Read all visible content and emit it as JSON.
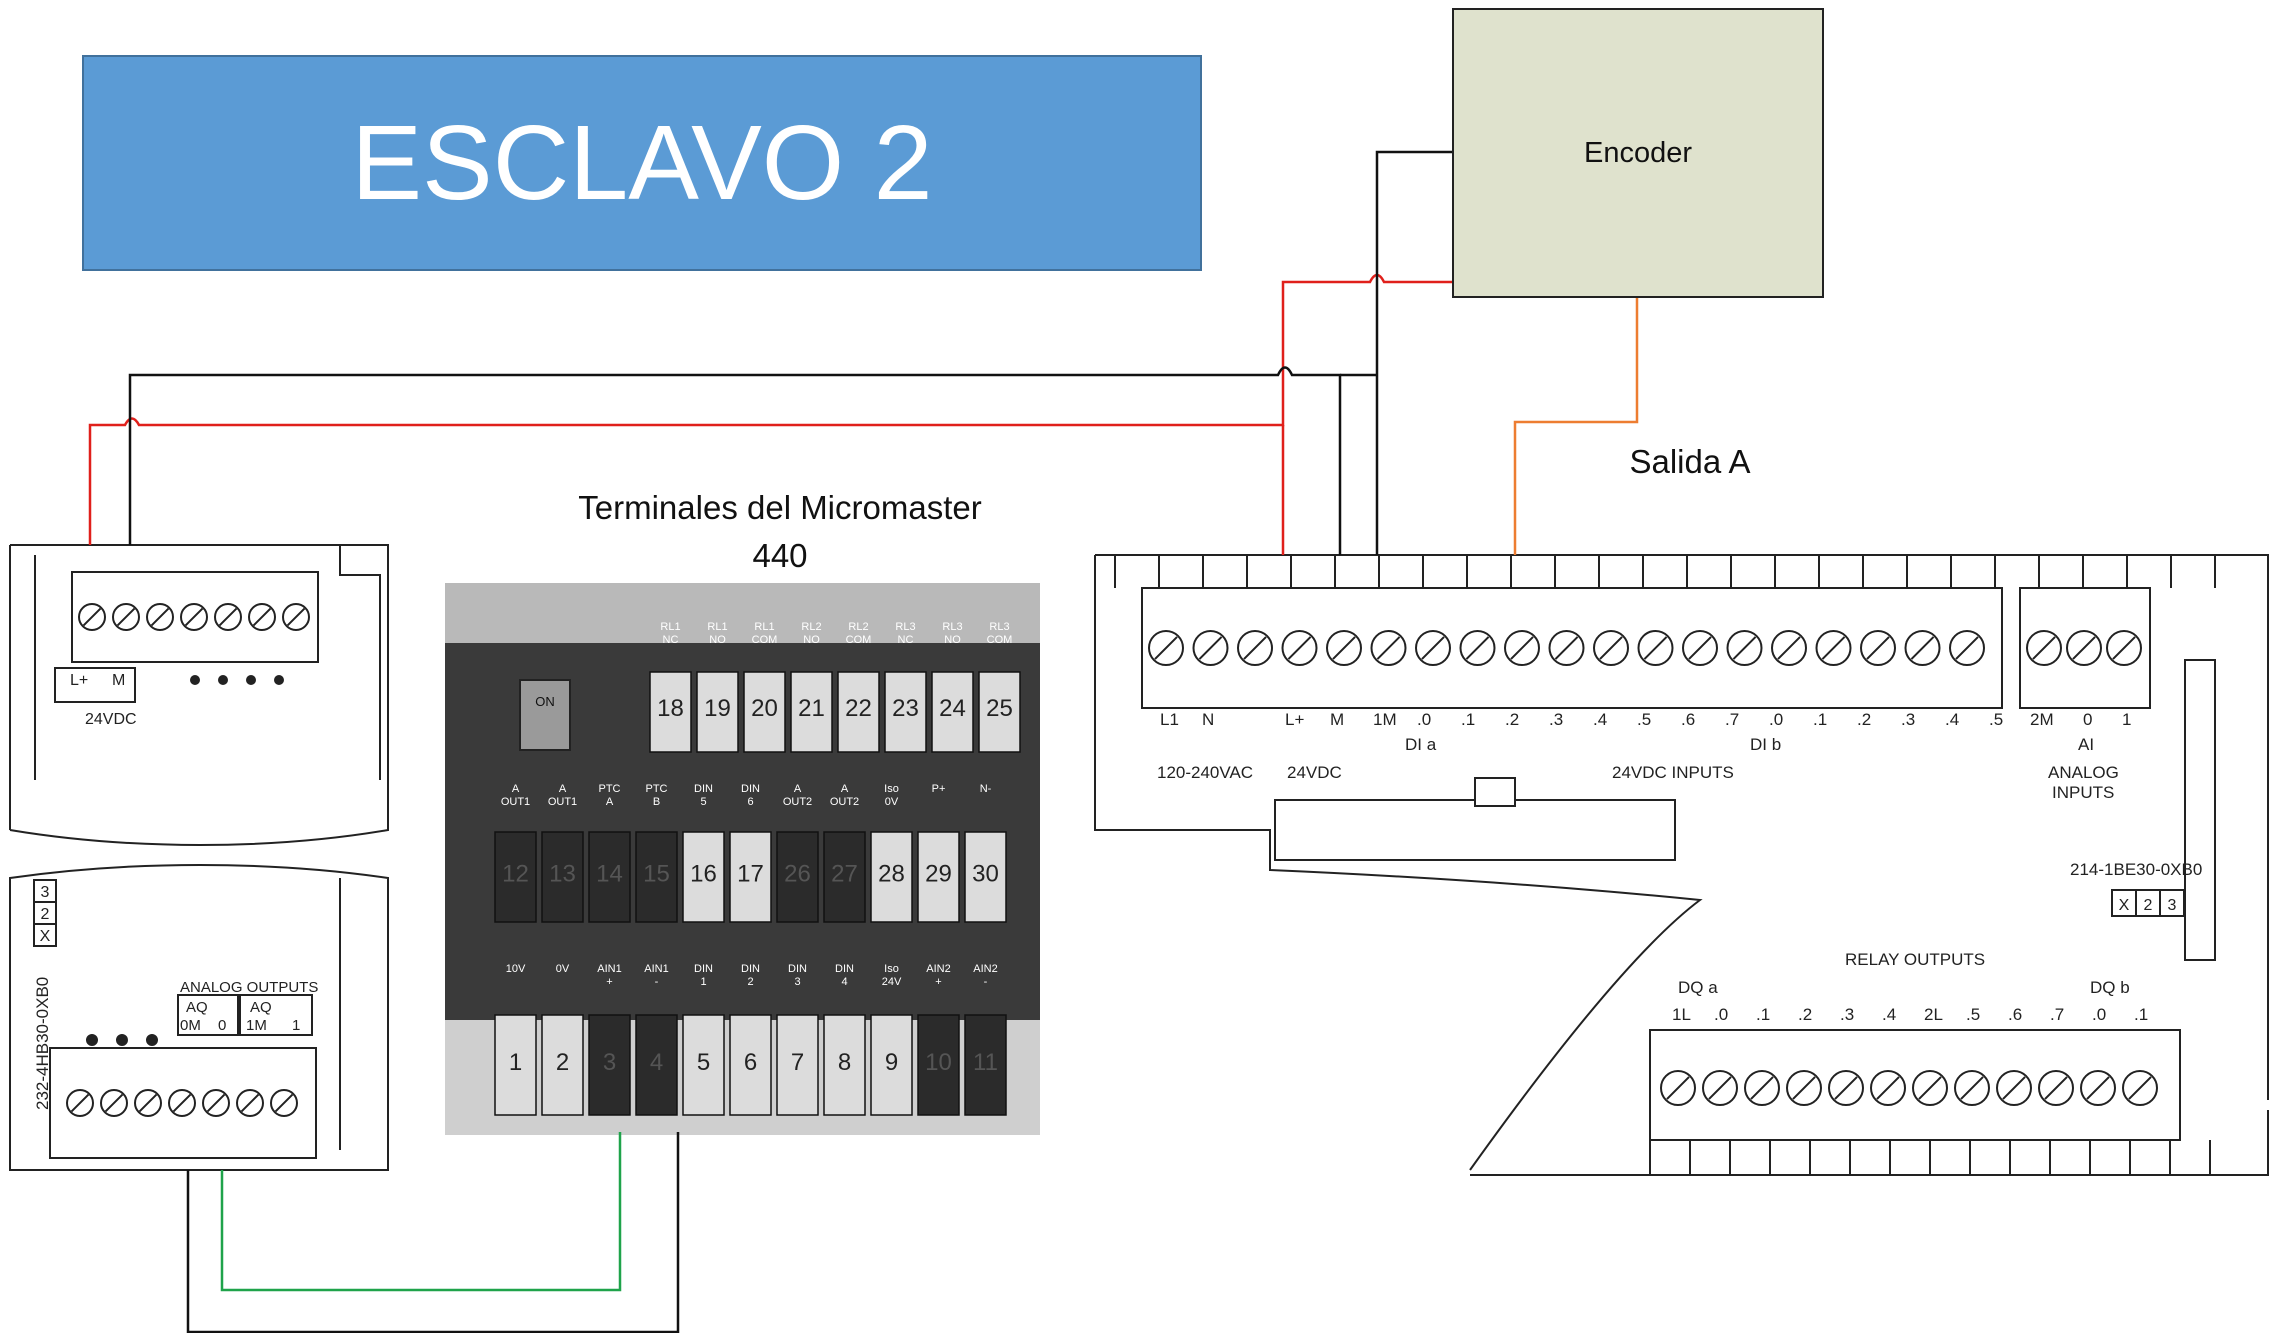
{
  "title": "ESCLAVO 2",
  "encoder": {
    "label": "Encoder",
    "output_label": "Salida A"
  },
  "micromaster": {
    "caption_line1": "Terminales del Micromaster",
    "caption_line2": "440",
    "switch_label": "ON",
    "top_row": {
      "labels": [
        [
          "RL1",
          "NC"
        ],
        [
          "RL1",
          "NO"
        ],
        [
          "RL1",
          "COM"
        ],
        [
          "RL2",
          "NO"
        ],
        [
          "RL2",
          "COM"
        ],
        [
          "RL3",
          "NC"
        ],
        [
          "RL3",
          "NO"
        ],
        [
          "RL3",
          "COM"
        ]
      ],
      "numbers": [
        "18",
        "19",
        "20",
        "21",
        "22",
        "23",
        "24",
        "25"
      ]
    },
    "middle_row": {
      "labels": [
        [
          "A",
          "OUT1"
        ],
        [
          "A",
          "OUT1"
        ],
        [
          "PTC",
          "A"
        ],
        [
          "PTC",
          "B"
        ],
        [
          "DIN",
          "5"
        ],
        [
          "DIN",
          "6"
        ],
        [
          "A",
          "OUT2"
        ],
        [
          "A",
          "OUT2"
        ],
        [
          "Iso",
          "0V"
        ],
        [
          "P+",
          ""
        ],
        [
          "N-",
          ""
        ]
      ],
      "numbers": [
        "12",
        "13",
        "14",
        "15",
        "16",
        "17",
        "26",
        "27",
        "28",
        "29",
        "30"
      ]
    },
    "bottom_row": {
      "labels": [
        [
          "10V",
          ""
        ],
        [
          "0V",
          ""
        ],
        [
          "AIN1",
          "+"
        ],
        [
          "AIN1",
          "-"
        ],
        [
          "DIN",
          "1"
        ],
        [
          "DIN",
          "2"
        ],
        [
          "DIN",
          "3"
        ],
        [
          "DIN",
          "4"
        ],
        [
          "Iso",
          "24V"
        ],
        [
          "AIN2",
          "+"
        ],
        [
          "AIN2",
          "-"
        ]
      ],
      "numbers": [
        "1",
        "2",
        "3",
        "4",
        "5",
        "6",
        "7",
        "8",
        "9",
        "10",
        "11"
      ]
    }
  },
  "analog_module": {
    "supply_labels": [
      "L+",
      "M"
    ],
    "supply_voltage": "24VDC",
    "part_number": "232-4HB30-0XB0",
    "x23": [
      "X",
      "2",
      "3"
    ],
    "outputs_title": "ANALOG OUTPUTS",
    "aq_labels": [
      "AQ",
      "AQ"
    ],
    "channel_labels": [
      "0M",
      "0",
      "1M",
      "1"
    ]
  },
  "plc": {
    "power_labels": [
      "L1",
      "N"
    ],
    "power_voltage": "120-240VAC",
    "supply_labels": [
      "L+",
      "M"
    ],
    "supply_voltage": "24VDC",
    "input_labels": [
      "1M",
      ".0",
      ".1",
      ".2",
      ".3",
      ".4",
      ".5",
      ".6",
      ".7",
      ".0",
      ".1",
      ".2",
      ".3",
      ".4",
      ".5"
    ],
    "group_a": "DI a",
    "group_b": "DI b",
    "inputs_title": "24VDC INPUTS",
    "analog_labels": [
      "2M",
      "0",
      "1"
    ],
    "analog_group": "AI",
    "analog_title_line1": "ANALOG",
    "analog_title_line2": "INPUTS",
    "part_number": "214-1BE30-0XB0",
    "x23": [
      "X",
      "2",
      "3"
    ],
    "relay_title": "RELAY OUTPUTS",
    "relay_group_a": "DQ a",
    "relay_group_b": "DQ b",
    "relay_labels": [
      "1L",
      ".0",
      ".1",
      ".2",
      ".3",
      ".4",
      "2L",
      ".5",
      ".6",
      ".7",
      ".0",
      ".1"
    ]
  },
  "colors": {
    "title_fill": "#5b9bd5",
    "encoder_fill": "#dfe2cd",
    "wire_red": "#e0201b",
    "wire_black": "#111111",
    "wire_orange": "#ed7d31",
    "wire_green": "#1fa34a"
  }
}
